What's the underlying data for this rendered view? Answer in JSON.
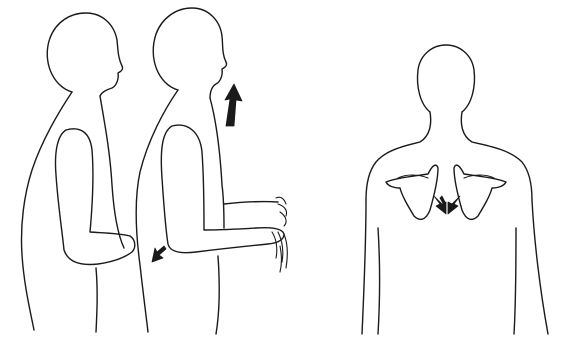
{
  "figure": {
    "panels": [
      {
        "id": "side-view-relaxed",
        "icons": [
          "person-side-profile"
        ]
      },
      {
        "id": "side-view-extended",
        "icons": [
          "person-side-profile",
          "up-arrow-icon",
          "down-arrow-icon"
        ]
      },
      {
        "id": "back-view",
        "icons": [
          "person-back-view",
          "scapula-left",
          "scapula-right",
          "inward-arrow-icon"
        ]
      }
    ],
    "colors": {
      "line": "#1a1a1a",
      "background": "#ffffff"
    }
  }
}
